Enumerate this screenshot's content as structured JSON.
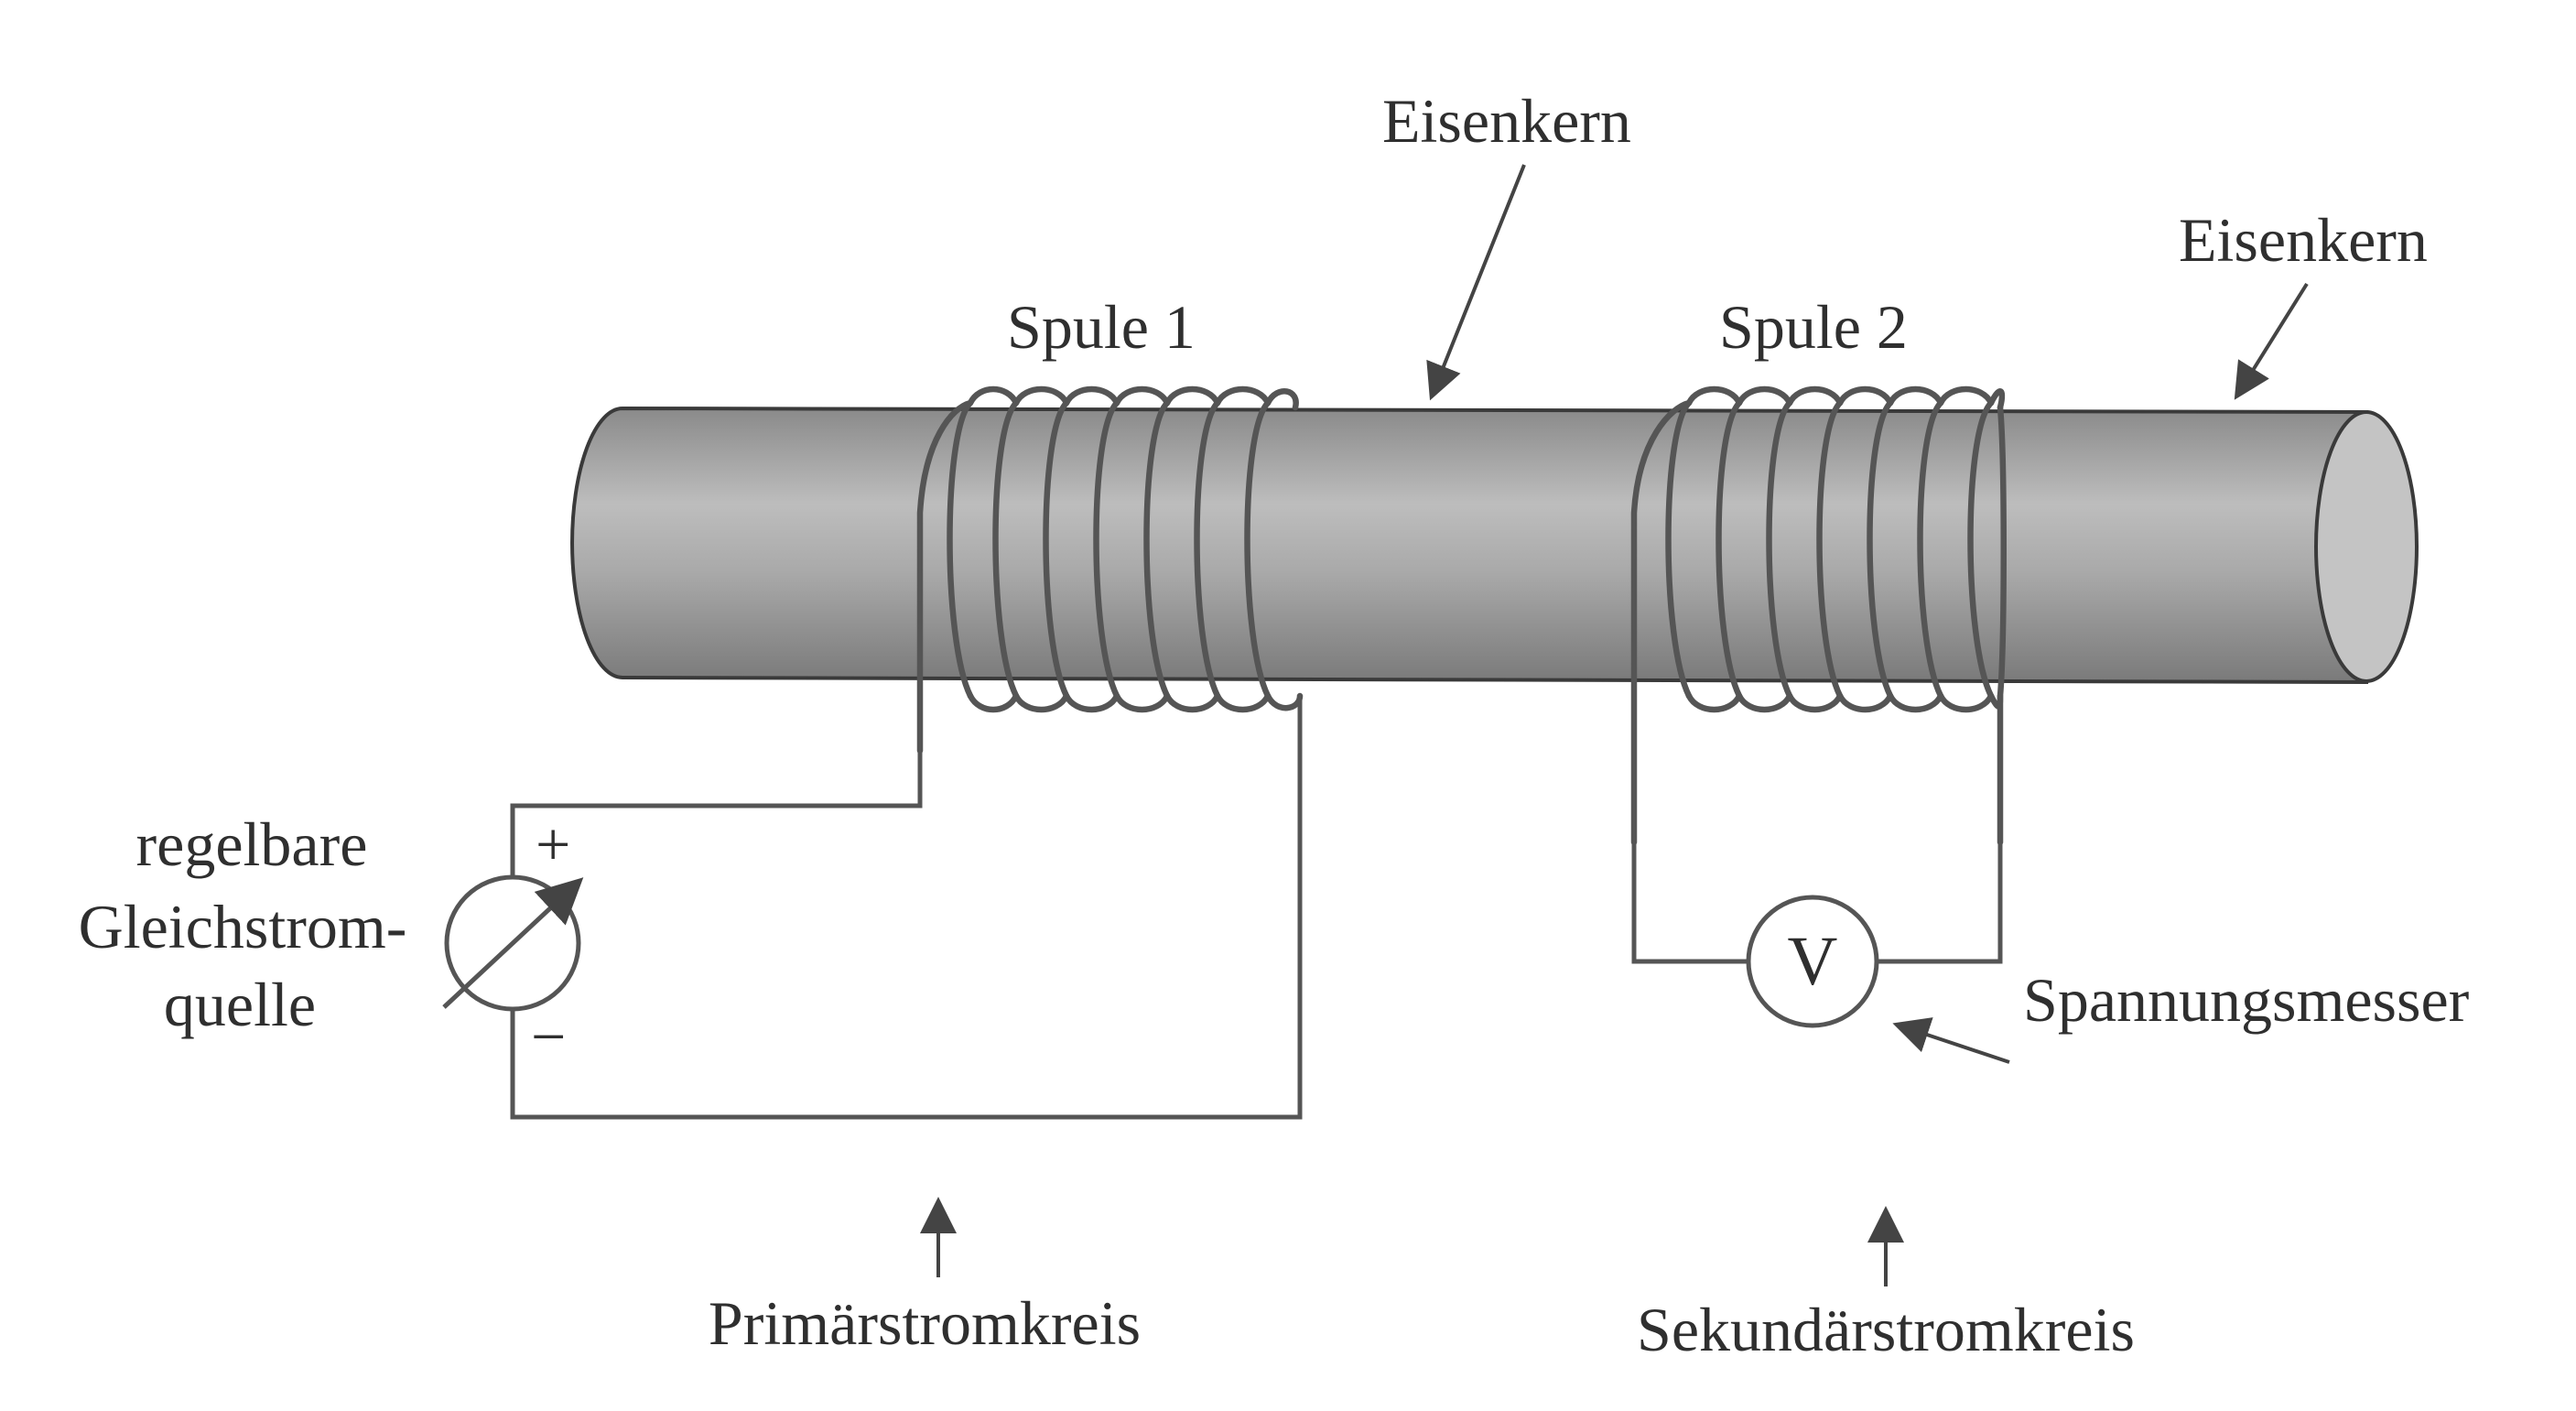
{
  "labels": {
    "eisenkern_top": "Eisenkern",
    "eisenkern_right": "Eisenkern",
    "spule1": "Spule 1",
    "spule2": "Spule 2",
    "source_line1": "regelbare",
    "source_line2": "Gleichstrom-",
    "source_line3": "quelle",
    "plus": "+",
    "minus": "−",
    "voltmeter_symbol": "V",
    "voltmeter_label": "Spannungsmesser",
    "primary_circuit": "Primärstromkreis",
    "secondary_circuit": "Sekundärstromkreis"
  },
  "colors": {
    "core_dark": "#7a7a7a",
    "core_light": "#bdbdbd",
    "core_end": "#c4c4c4",
    "wire": "#555555",
    "text": "#2f2f2f"
  }
}
